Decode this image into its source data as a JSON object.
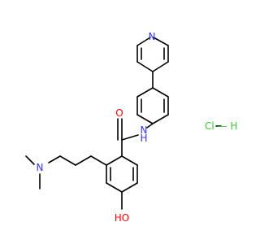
{
  "molecule": {
    "atoms": {
      "pyridine_n": "N",
      "amide_nh": "N",
      "amide_h": "H",
      "carbonyl_o": "O",
      "amine_n": "N",
      "hydroxyl": "HO",
      "hcl": "Cl — H"
    }
  },
  "colors": {
    "bond": "#000000",
    "nitrogen": "#3333ff",
    "oxygen": "#ff0000",
    "chlorine": "#33cc33",
    "hydrogen": "#000000"
  }
}
